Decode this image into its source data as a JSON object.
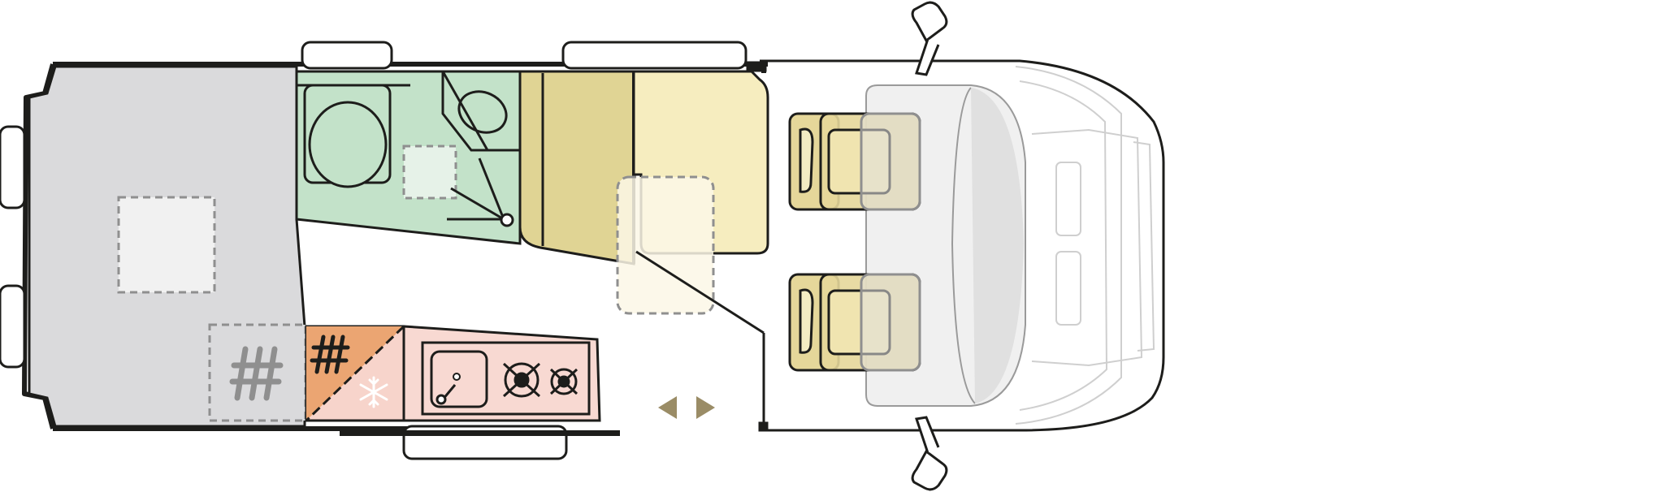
{
  "floorplan": {
    "colors": {
      "wall": "#1d1d1b",
      "garage": "#dadadc",
      "bathroom": "#c3e2c9",
      "bench": "#e0d494",
      "dinette": "#f6edbf",
      "kitchen_counter": "#f8d9d2",
      "fridge_pink": "#f7d4cb",
      "hob_orange": "#eba572",
      "seat": "#e5d79a",
      "cab_glass": "#e0e0e0",
      "hatch_fill": "#f1f1f1",
      "dashed": "#8f8f8f",
      "arrow": "#9a8c66"
    },
    "zones": [
      "rear-garage",
      "bathroom",
      "shower",
      "washbasin",
      "toilet",
      "side-bench",
      "dinette-seat",
      "table",
      "kitchen",
      "fridge",
      "hob",
      "sink",
      "cab-seat-left",
      "cab-seat-right",
      "dashboard",
      "sliding-door"
    ],
    "icons": [
      "heater-icon",
      "snowflake-icon",
      "burner-icon",
      "tap-icon",
      "direction-arrows-icon",
      "mirror-icon"
    ]
  }
}
